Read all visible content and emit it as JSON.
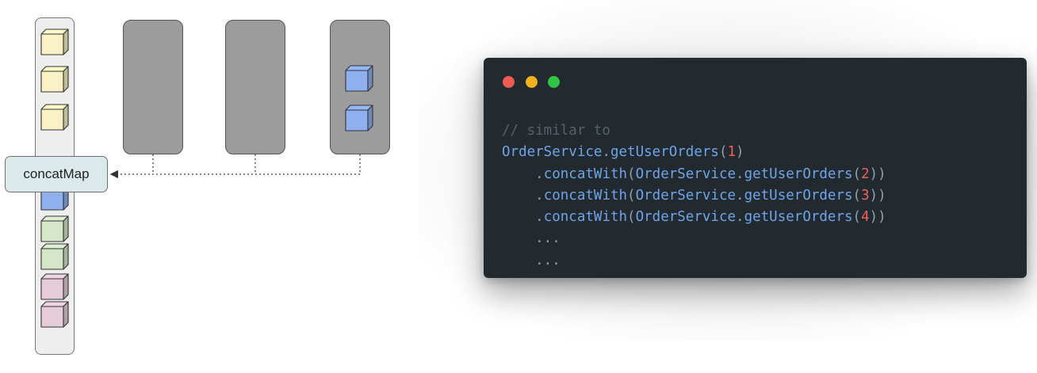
{
  "diagram": {
    "operator_label": "concatMap",
    "colors": {
      "yellow": "#faf1c4",
      "blue": "#8fb0ee",
      "green": "#d6e6c9",
      "pink": "#e6ccd8",
      "inner_stream": "#9c9c9c",
      "operator_box": "#dbe8ec"
    },
    "output_items": [
      "yellow",
      "yellow",
      "yellow",
      "blue",
      "green",
      "green",
      "pink",
      "pink"
    ],
    "inner_streams": [
      {
        "items": []
      },
      {
        "items": []
      },
      {
        "items": [
          "blue",
          "blue"
        ]
      }
    ]
  },
  "code_window": {
    "traffic_lights": [
      "red",
      "yellow",
      "green"
    ],
    "lines": [
      [
        {
          "t": "// similar to",
          "c": "comment"
        }
      ],
      [
        {
          "t": "OrderService",
          "c": "ident"
        },
        {
          "t": ".",
          "c": "punct"
        },
        {
          "t": "getUserOrders",
          "c": "ident"
        },
        {
          "t": "(",
          "c": "punct"
        },
        {
          "t": "1",
          "c": "num"
        },
        {
          "t": ")",
          "c": "punct"
        }
      ],
      [
        {
          "t": "    .",
          "c": "punct"
        },
        {
          "t": "concatWith",
          "c": "ident"
        },
        {
          "t": "(",
          "c": "punct"
        },
        {
          "t": "OrderService",
          "c": "ident"
        },
        {
          "t": ".",
          "c": "punct"
        },
        {
          "t": "getUserOrders",
          "c": "ident"
        },
        {
          "t": "(",
          "c": "punct"
        },
        {
          "t": "2",
          "c": "num"
        },
        {
          "t": "))",
          "c": "punct"
        }
      ],
      [
        {
          "t": "    .",
          "c": "punct"
        },
        {
          "t": "concatWith",
          "c": "ident"
        },
        {
          "t": "(",
          "c": "punct"
        },
        {
          "t": "OrderService",
          "c": "ident"
        },
        {
          "t": ".",
          "c": "punct"
        },
        {
          "t": "getUserOrders",
          "c": "ident"
        },
        {
          "t": "(",
          "c": "punct"
        },
        {
          "t": "3",
          "c": "num"
        },
        {
          "t": "))",
          "c": "punct"
        }
      ],
      [
        {
          "t": "    .",
          "c": "punct"
        },
        {
          "t": "concatWith",
          "c": "ident"
        },
        {
          "t": "(",
          "c": "punct"
        },
        {
          "t": "OrderService",
          "c": "ident"
        },
        {
          "t": ".",
          "c": "punct"
        },
        {
          "t": "getUserOrders",
          "c": "ident"
        },
        {
          "t": "(",
          "c": "punct"
        },
        {
          "t": "4",
          "c": "num"
        },
        {
          "t": "))",
          "c": "punct"
        }
      ],
      [
        {
          "t": "    ...",
          "c": "punct"
        }
      ],
      [
        {
          "t": "    ...",
          "c": "punct"
        }
      ]
    ]
  }
}
